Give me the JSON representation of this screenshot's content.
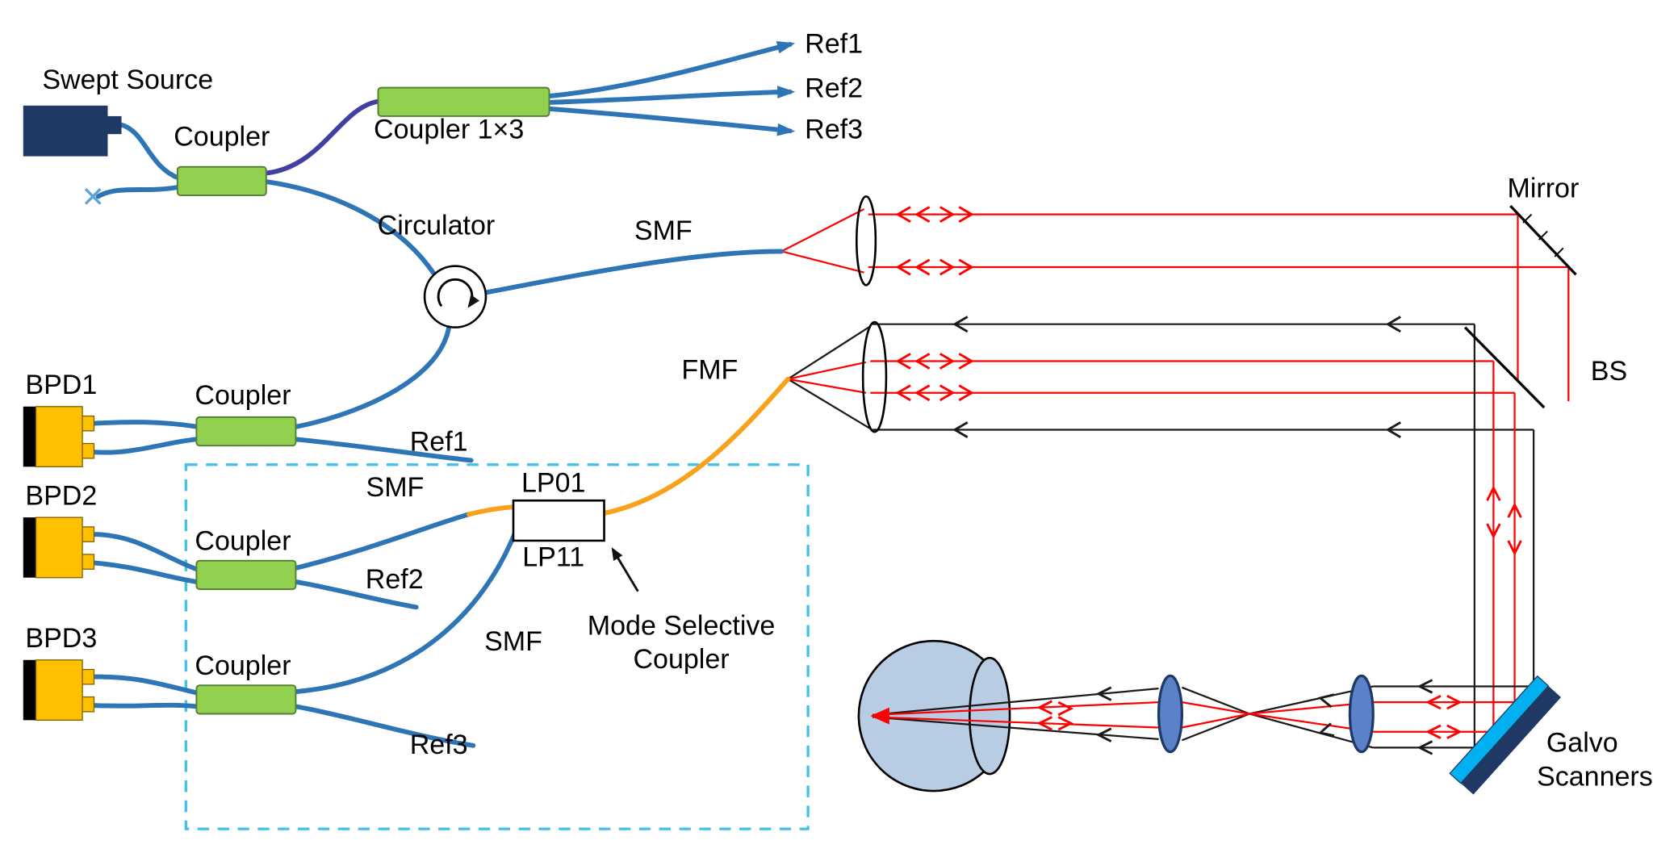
{
  "diagram": {
    "labels": {
      "swept_source": "Swept Source",
      "coupler_main": "Coupler",
      "coupler_1x3": "Coupler 1×3",
      "ref1_out": "Ref1",
      "ref2_out": "Ref2",
      "ref3_out": "Ref3",
      "circulator": "Circulator",
      "smf_top": "SMF",
      "mirror": "Mirror",
      "fmf": "FMF",
      "bs": "BS",
      "bpd1": "BPD1",
      "bpd2": "BPD2",
      "bpd3": "BPD3",
      "coupler_bpd1": "Coupler",
      "coupler_bpd2": "Coupler",
      "coupler_bpd3": "Coupler",
      "ref1_in": "Ref1",
      "ref2_in": "Ref2",
      "ref3_in": "Ref3",
      "smf_upper": "SMF",
      "smf_lower": "SMF",
      "lp01": "LP01",
      "lp11": "LP11",
      "mode_selective_line1": "Mode Selective",
      "mode_selective_line2": "Coupler",
      "galvo_line1": "Galvo",
      "galvo_line2": "Scanners"
    },
    "colors": {
      "fiber_blue": "#2e75b6",
      "fiber_purple": "#4040a0",
      "fiber_orange": "#f9a11b",
      "coupler_green": "#92d050",
      "coupler_green_border": "#538135",
      "source_navy": "#1f3864",
      "bpd_yellow": "#ffc000",
      "beam_red": "#fe0000",
      "beam_black": "#1a1a1a",
      "dashed_box_cyan": "#41c0ea",
      "galvo_cyan": "#00b0f0",
      "eye_fill": "#b8cce4",
      "lens_blue": "#5b82c9"
    }
  }
}
